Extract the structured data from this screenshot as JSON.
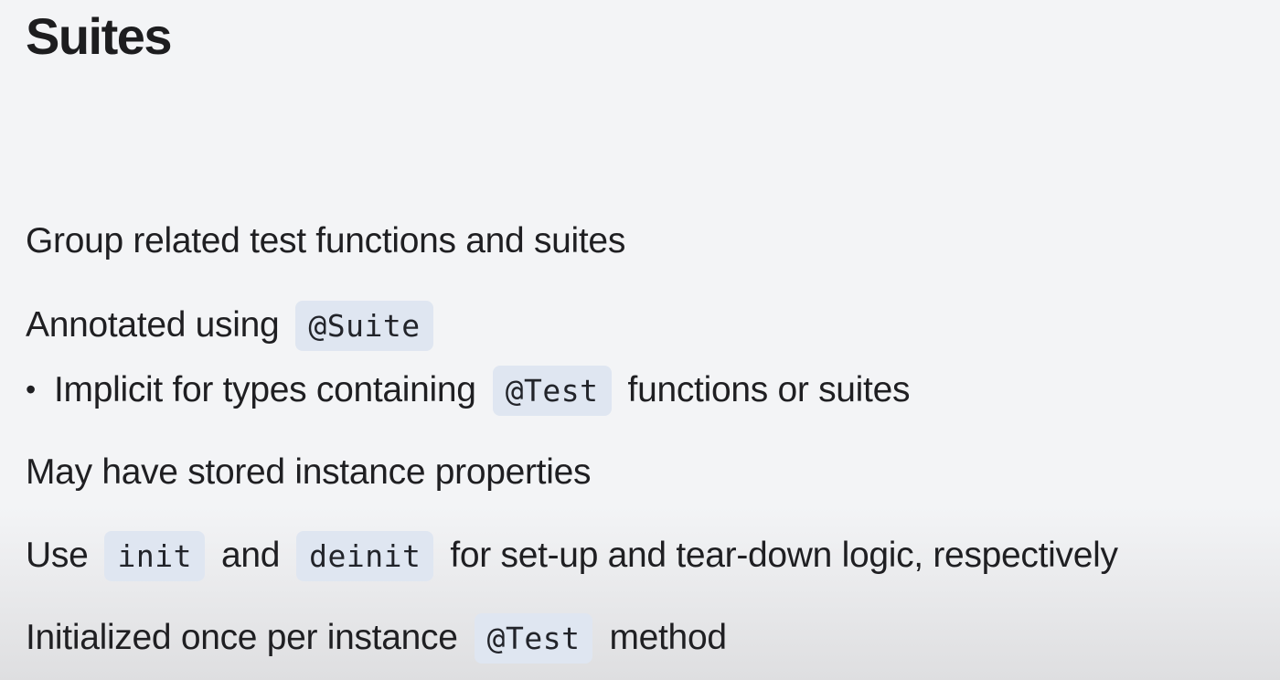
{
  "slide": {
    "title": "Suites",
    "line_1": {
      "text": "Group related test functions and suites"
    },
    "line_2": {
      "text": "Annotated using",
      "code": "@Suite"
    },
    "line_3": {
      "bullet": "•",
      "text_before": "Implicit for types containing",
      "code": "@Test",
      "text_after": "functions or suites"
    },
    "line_4": {
      "text": "May have stored instance properties"
    },
    "line_5": {
      "text_before": "Use",
      "code_init": "init",
      "text_and": "and",
      "code_deinit": "deinit",
      "text_after": "for set-up and tear-down logic, respectively"
    },
    "line_6": {
      "text_before": "Initialized once per instance",
      "code": "@Test",
      "text_after": "method"
    }
  },
  "colors": {
    "background": "#f3f4f6",
    "text": "#1f1f22",
    "code_background": "#dfe6f1"
  }
}
